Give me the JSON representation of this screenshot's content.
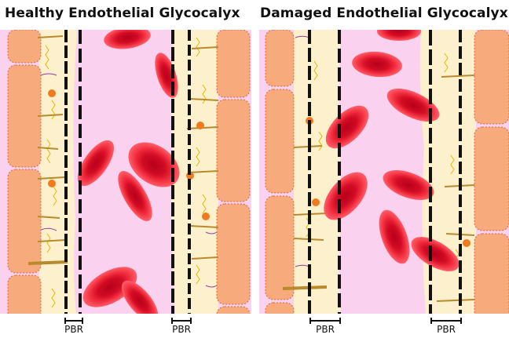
{
  "panels": [
    {
      "title": "Healthy Endothelial Glycocalyx",
      "pbr_labels": [
        "PBR",
        "PBR"
      ]
    },
    {
      "title": "Damaged Endothelial Glycocalyx",
      "pbr_labels": [
        "PBR",
        "PBR"
      ]
    }
  ],
  "colors": {
    "endothelial_cell": "#f7ab7c",
    "cell_border": "#d9643a",
    "glycocalyx": "#fdf0cc",
    "lumen_plasma": "#fad2f0",
    "red_blood_cell": "#ee2233",
    "rbc_center": "#c8001b",
    "proteoglycan": "#b98a2c",
    "glycan_zigzag": "#e8b800",
    "orange_node": "#f07a1e",
    "purple_strand": "#9b3a9b"
  },
  "icons": [
    "red-blood-cell-icon",
    "proteoglycan-icon",
    "endothelial-cell-icon"
  ]
}
